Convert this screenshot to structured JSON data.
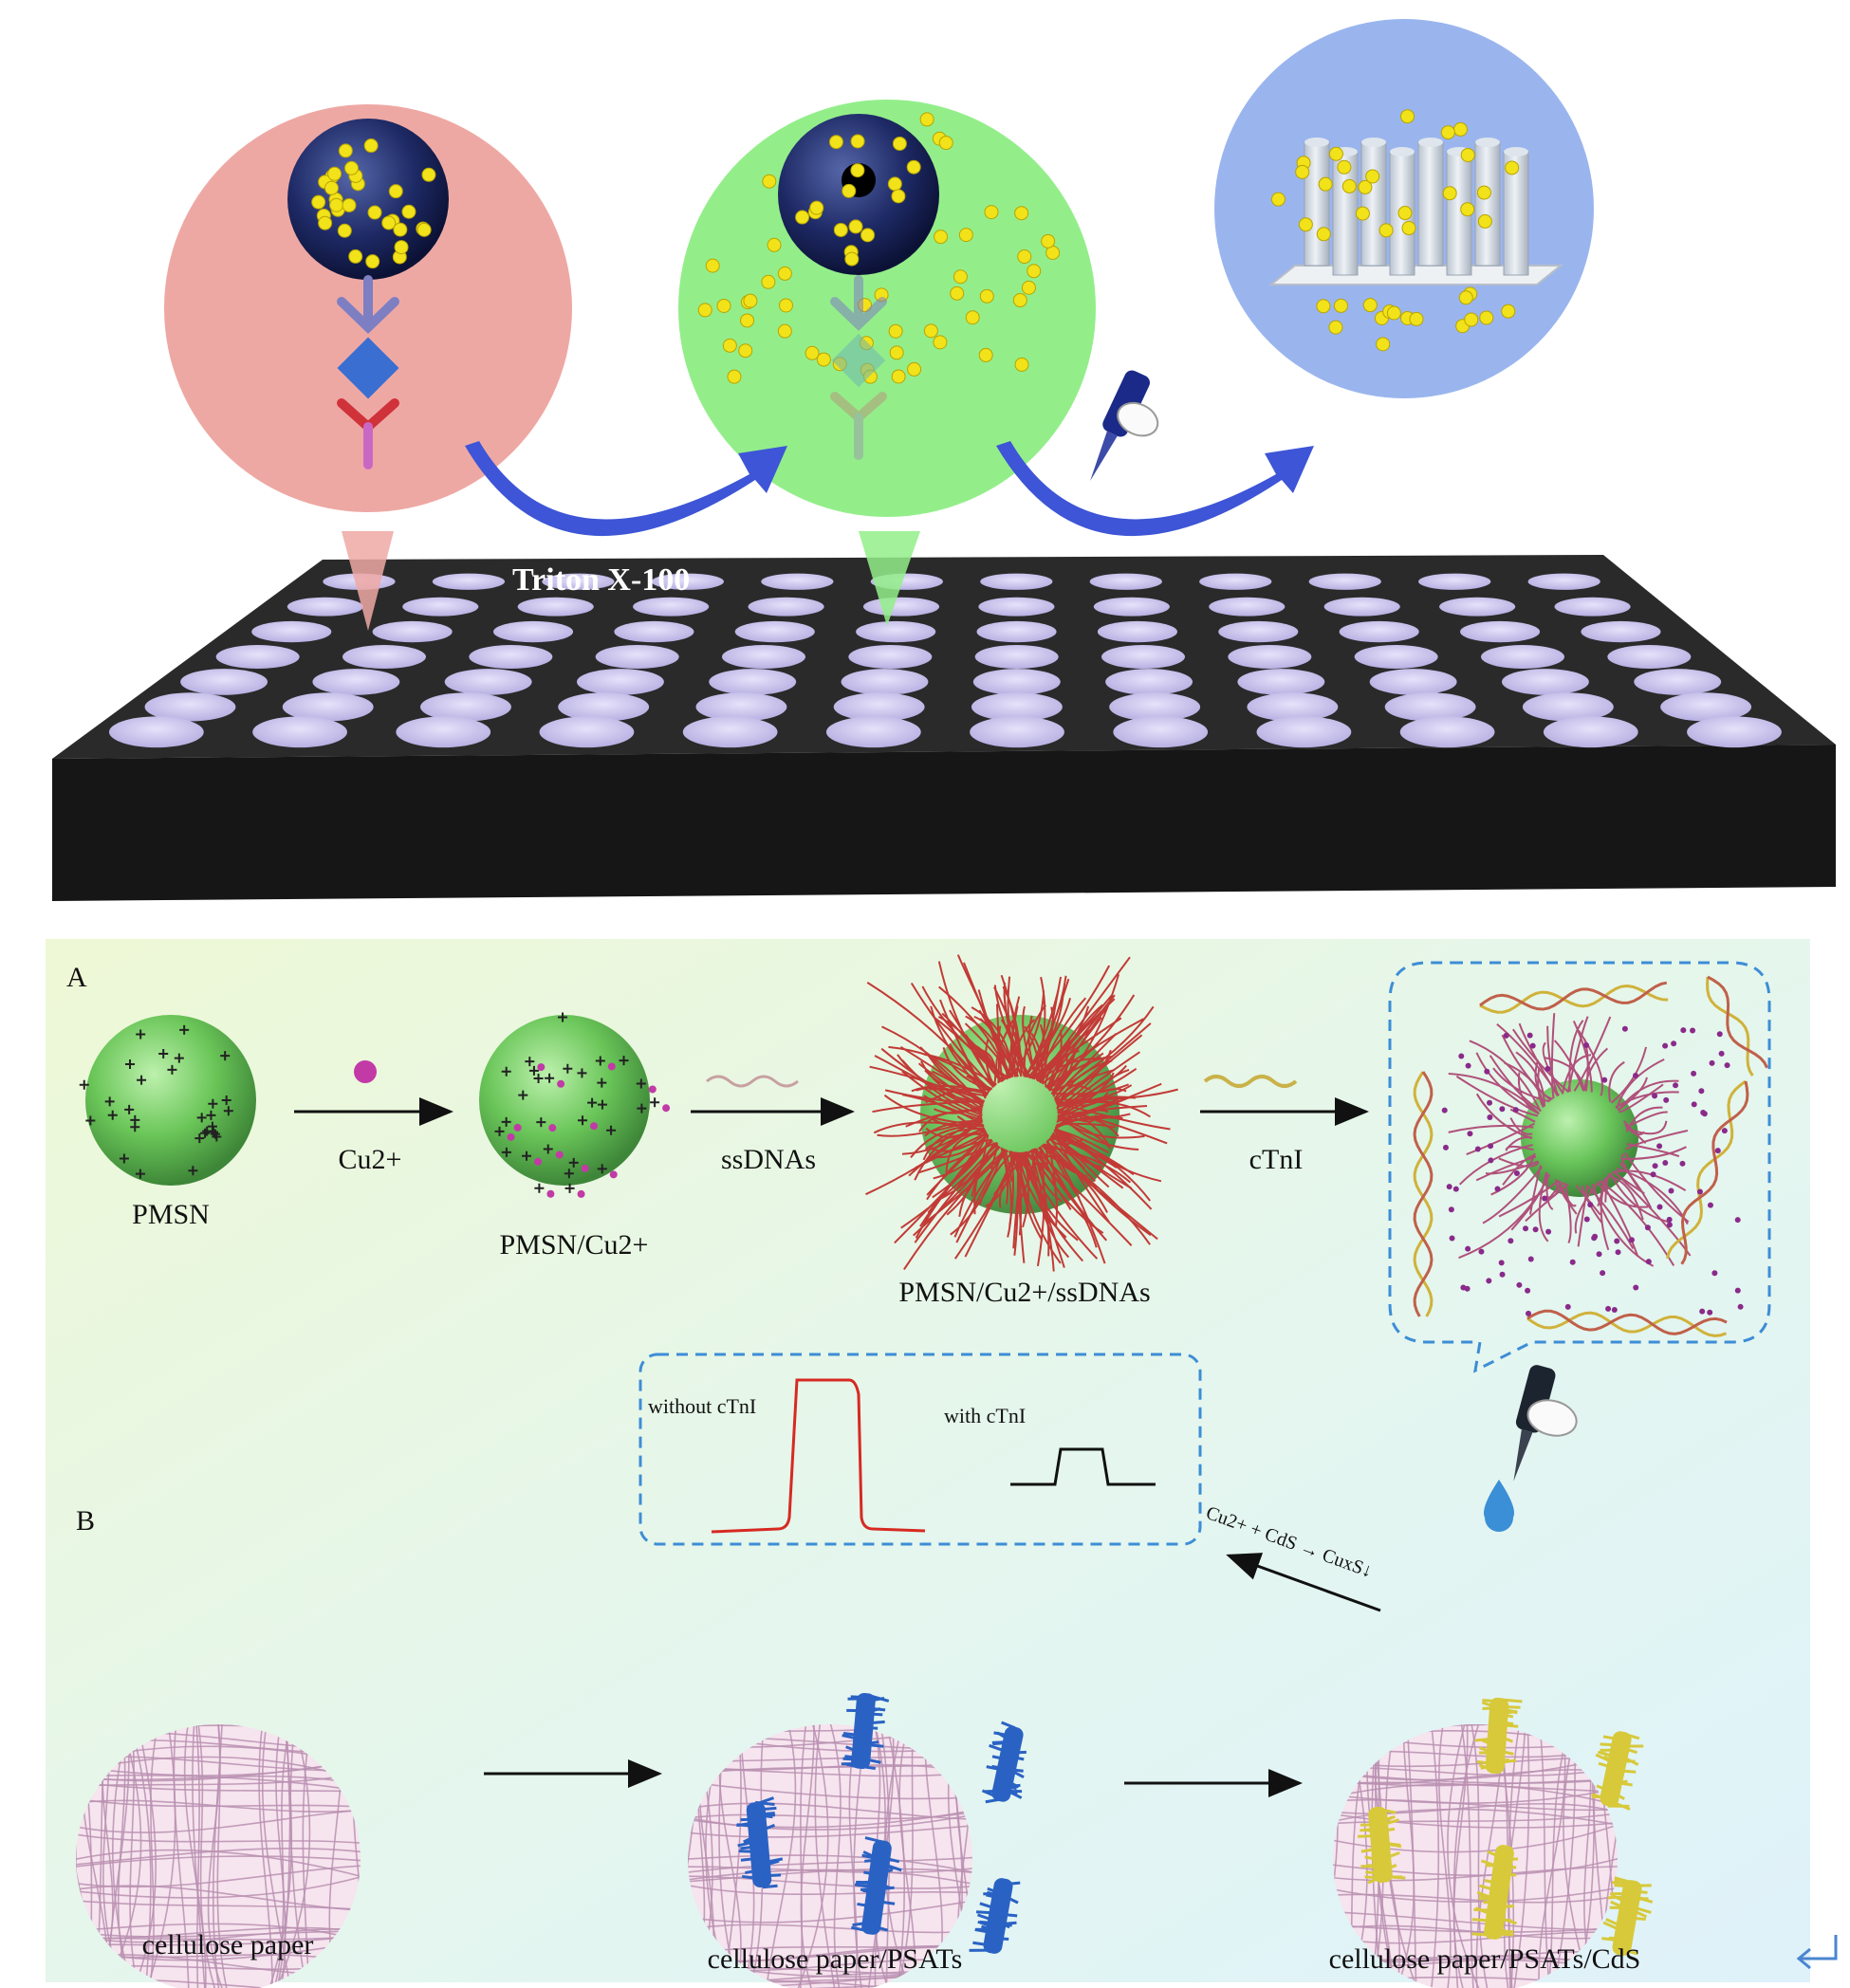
{
  "top_panel": {
    "reagent_label": "Triton X-100"
  },
  "panel_a": {
    "letter": "A",
    "stage_1_label": "PMSN",
    "reagent_1": "Cu2+",
    "stage_2_label": "PMSN/Cu2+",
    "reagent_2": "ssDNAs",
    "stage_3_label": "PMSN/Cu2+/ssDNAs",
    "reagent_3": "cTnI"
  },
  "panel_b": {
    "letter": "B",
    "signal_without_label": "without cTnI",
    "signal_with_label": "with cTnI",
    "reaction_label": "Cu2+ + CdS → CuxS↓",
    "stage_1_label": "cellulose paper",
    "stage_2_label": "cellulose paper/PSATs",
    "stage_3_label": "cellulose paper/PSATs/CdS"
  },
  "colors": {
    "pink_bubble": "#eea8a4",
    "green_bubble": "#93ee8a",
    "blue_bubble": "#9ab5ee",
    "arrow_blue": "#3d55d6",
    "plate": "#222222",
    "well": "#c9c3ec",
    "nanoparticle": "#f2e21a",
    "pmsn_green": "#5cc04a",
    "dna_red": "#c23a36",
    "paper_pink": "#e9c8dc",
    "psat_blue": "#2a62c4",
    "cds_yellow": "#d7c93a",
    "signal_red": "#d62a22",
    "dashed_blue": "#3d8dd6",
    "return_mark": "#4a86d0"
  },
  "icons": [
    "pipette-icon",
    "droplet-icon",
    "return-arrow-icon"
  ]
}
